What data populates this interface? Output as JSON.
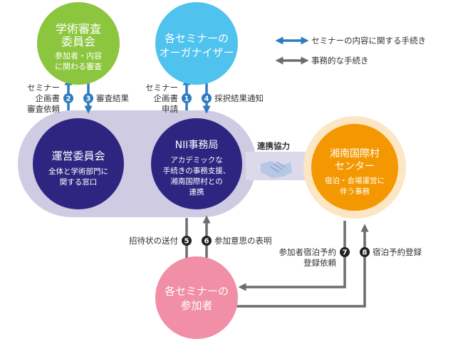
{
  "nodes": {
    "review": {
      "title1": "学術審査",
      "title2": "委員会",
      "sub1": "参加者・内容",
      "sub2": "に関わる審査",
      "color": "#8cc63f"
    },
    "organizer": {
      "title1": "各セミナーの",
      "title2": "オーガナイザー",
      "color": "#4fc3ee"
    },
    "committee": {
      "title": "運営委員会",
      "sub1": "全体と学術部門に",
      "sub2": "関する窓口",
      "color": "#2d2580"
    },
    "nii": {
      "title": "NII事務局",
      "sub1": "アカデミックな",
      "sub2": "手続きの事務支援、",
      "sub3": "湘南国際村との",
      "sub4": "連携",
      "color": "#2d2580"
    },
    "shonan": {
      "title1": "湘南国際村",
      "title2": "センター",
      "sub1": "宿泊・会場運営に",
      "sub2": "伴う事務",
      "color": "#f39800"
    },
    "participants": {
      "title1": "各セミナーの",
      "title2": "参加者",
      "color": "#f08fa6"
    }
  },
  "legend": {
    "blue_label": "セミナーの内容に関する手続き",
    "gray_label": "事務的な手続き",
    "blue_color": "#2e7bbf",
    "gray_color": "#6d6d6d"
  },
  "band_color": "#cfcbe3",
  "cooperation_label": "連携協力",
  "steps": [
    {
      "num": "1",
      "line1": "セミナー",
      "line2": "企画書",
      "line3": "申請"
    },
    {
      "num": "2",
      "line1": "セミナー",
      "line2": "企画書",
      "line3": "審査依頼"
    },
    {
      "num": "3",
      "line1": "審査結果"
    },
    {
      "num": "4",
      "line1": "採択結果通知"
    },
    {
      "num": "5",
      "line1": "招待状の送付"
    },
    {
      "num": "6",
      "line1": "参加意思の表明"
    },
    {
      "num": "7",
      "line1": "参加者宿泊予約",
      "line2": "登録依頼"
    },
    {
      "num": "8",
      "line1": "宿泊予約登録"
    }
  ]
}
